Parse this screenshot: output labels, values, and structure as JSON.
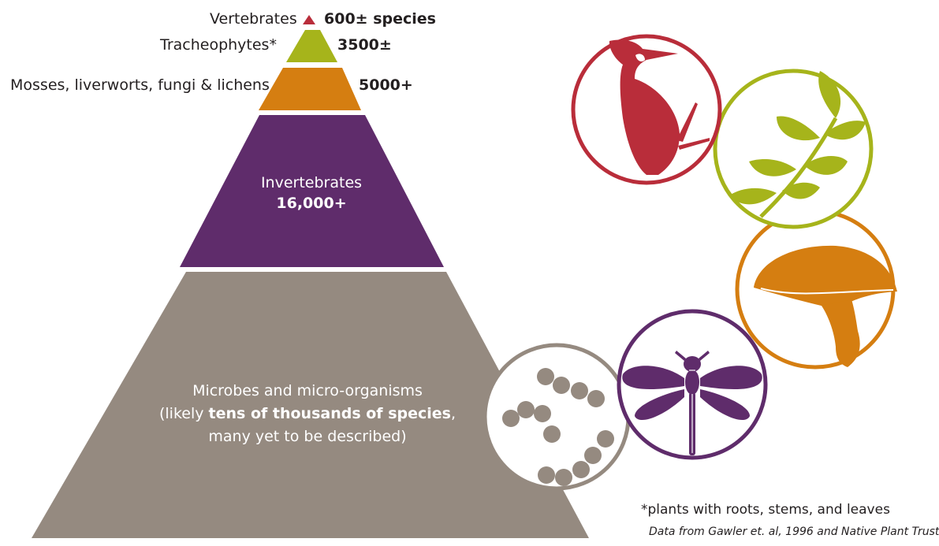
{
  "tiers": [
    {
      "id": "vertebrates",
      "name": "Vertebrates",
      "count": "600± species",
      "color": "#b92d3a"
    },
    {
      "id": "tracheophytes",
      "name": "Tracheophytes*",
      "count": "3500±",
      "color": "#a6b41b"
    },
    {
      "id": "mosses",
      "name": "Mosses, liverworts, fungi & lichens",
      "count": "5000+",
      "color": "#d57e11"
    },
    {
      "id": "invertebrates",
      "name": "Invertebrates",
      "count": "16,000+",
      "color": "#5f2c6b"
    },
    {
      "id": "microbes",
      "name": "Microbes and micro-organisms",
      "line2_pre": "(likely ",
      "line2_bold": "tens of thousands of species",
      "line2_post": ",",
      "line3": "many yet to be described)",
      "color": "#958a80"
    }
  ],
  "icons": [
    {
      "name": "woodpecker-icon",
      "ring": "#b92d3a"
    },
    {
      "name": "leaf-icon",
      "ring": "#a6b41b"
    },
    {
      "name": "mushroom-icon",
      "ring": "#d57e11"
    },
    {
      "name": "dragonfly-icon",
      "ring": "#5f2c6b"
    },
    {
      "name": "microbes-icon",
      "ring": "#958a80"
    }
  ],
  "footnote": "*plants with roots, stems, and leaves",
  "credit": "Data from Gawler et. al, 1996 and Native Plant Trust"
}
